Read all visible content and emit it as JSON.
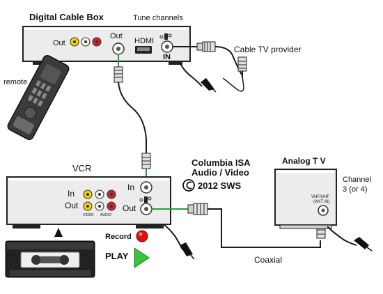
{
  "cable_box": {
    "title": "Digital Cable Box",
    "subtitle": "Tune channels",
    "out_left_label": "Out",
    "out_center_label": "Out",
    "hdmi_label": "HDMI",
    "in_label": "IN"
  },
  "remote": {
    "label": "remote"
  },
  "cable_tv": {
    "label": "Cable TV provider"
  },
  "vcr": {
    "title": "VCR",
    "in_label": "In",
    "out_label": "Out",
    "rf_in_label": "In",
    "rf_out_label": "Out",
    "video_label": "VIDEO",
    "audio_label": "AUDIO"
  },
  "credit": {
    "line1": "Columbia ISA",
    "line2": "Audio / Video",
    "copyright": "2012 SWS"
  },
  "tv": {
    "title": "Analog T V",
    "channel_line1": "Channel",
    "channel_line2": "3 (or 4)",
    "port_line1": "VHF/UHF",
    "port_line2": "(ANT IN)"
  },
  "controls": {
    "record_label": "Record",
    "play_label": "PLAY",
    "record_color": "#e01010",
    "play_color": "#3cc43c"
  },
  "coaxial_label": "Coaxial",
  "colors": {
    "rca_yellow": "#f2d200",
    "rca_white": "#f4f4f4",
    "rca_red": "#c8262a",
    "coax_green": "#2e9b3a",
    "cable": "#1a1a1a",
    "device_body": "#ececec"
  }
}
